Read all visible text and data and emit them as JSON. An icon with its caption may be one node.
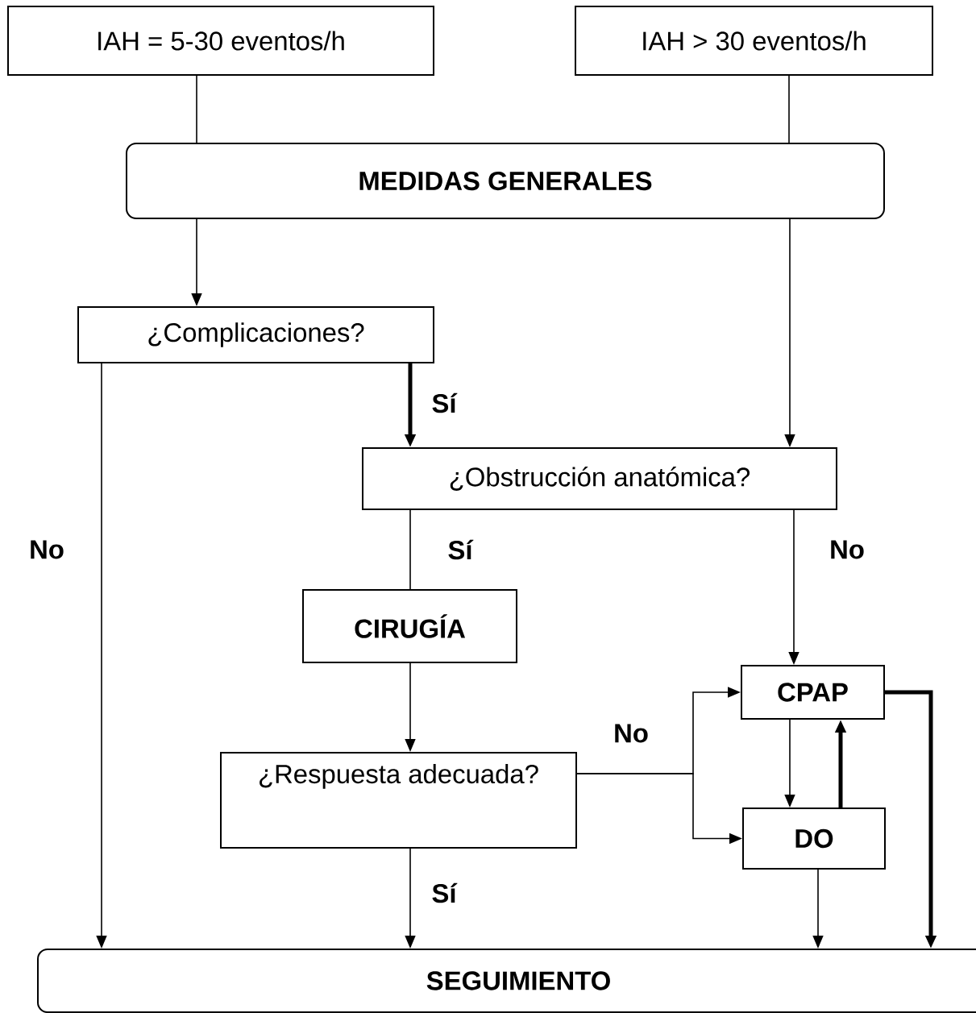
{
  "diagram": {
    "nodes": [
      {
        "text": [
          "IAH = 5-30 eventos/h"
        ]
      },
      {
        "text": [
          "IAH > 30 eventos/h"
        ]
      },
      {
        "text": [
          "MEDIDAS GENERALES"
        ]
      },
      {
        "text": [
          "¿Complicaciones?"
        ]
      },
      {
        "text": [
          "¿Obstrucción anatómica?"
        ]
      },
      {
        "text": [
          "CIRUGÍA"
        ]
      },
      {
        "text": [
          "¿Respuesta adecuada?"
        ]
      },
      {
        "text": [
          "CPAP"
        ]
      },
      {
        "text": [
          "DO"
        ]
      },
      {
        "text": [
          "SEGUIMIENTO"
        ]
      }
    ],
    "edges": [
      {
        "from": 0,
        "to": 2,
        "arrow": "none"
      },
      {
        "from": 1,
        "to": 2,
        "arrow": "none"
      },
      {
        "from": 2,
        "to": 3,
        "arrow": "to"
      },
      {
        "from": 2,
        "to": 4,
        "arrow": "to"
      },
      {
        "from": 3,
        "to": 4,
        "arrow": "to",
        "label": "Sí",
        "style": "thick"
      },
      {
        "from": 3,
        "to": 9,
        "arrow": "to",
        "label": "No"
      },
      {
        "from": 4,
        "to": 5,
        "arrow": "none",
        "label": "Sí"
      },
      {
        "from": 4,
        "to": 7,
        "arrow": "to",
        "label": "No"
      },
      {
        "from": 5,
        "to": 6,
        "arrow": "to"
      },
      {
        "from": 6,
        "to": 7,
        "arrow": "to",
        "label": "No"
      },
      {
        "from": 6,
        "to": 8,
        "arrow": "to"
      },
      {
        "from": 7,
        "to": 8,
        "arrow": "to"
      },
      {
        "from": 8,
        "to": 7,
        "arrow": "to",
        "style": "thick"
      },
      {
        "from": 6,
        "to": 9,
        "arrow": "to",
        "label": "Sí"
      },
      {
        "from": 8,
        "to": 9,
        "arrow": "to"
      },
      {
        "from": 7,
        "to": 9,
        "arrow": "to",
        "style": "thick"
      }
    ]
  }
}
